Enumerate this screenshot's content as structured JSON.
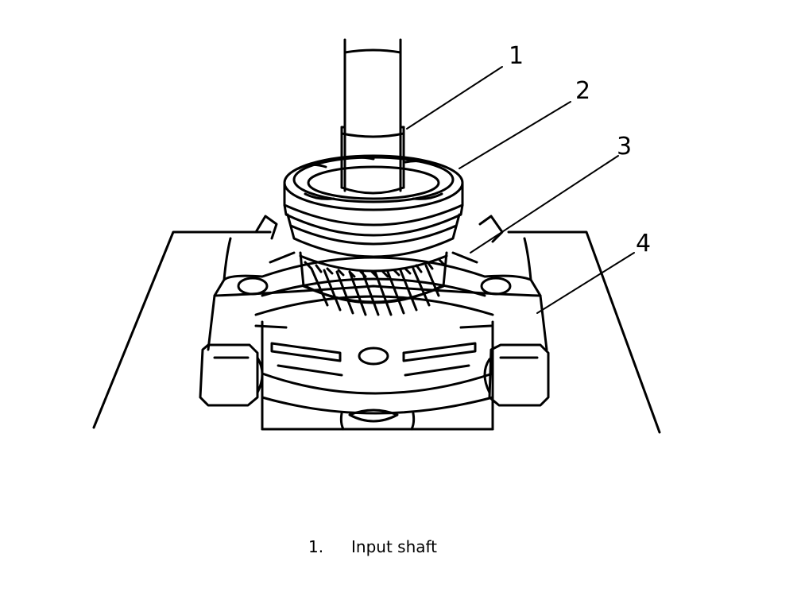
{
  "callouts": [
    {
      "number": "1"
    },
    {
      "number": "2"
    },
    {
      "number": "3"
    },
    {
      "number": "4"
    }
  ],
  "legend": [
    {
      "number": "1.",
      "label": "Input shaft"
    }
  ],
  "colors": {
    "line": "#000000",
    "background": "#ffffff"
  }
}
